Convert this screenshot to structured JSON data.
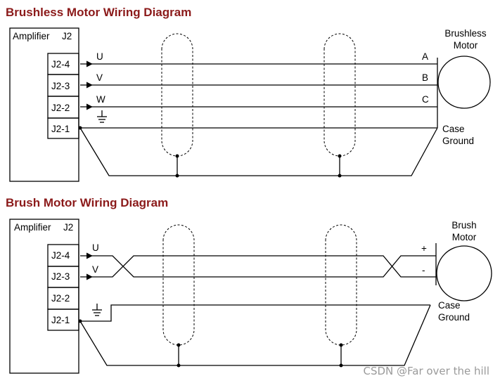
{
  "brushless": {
    "title": "Brushless Motor Wiring Diagram",
    "amplifier_label": "Amplifier",
    "connector_label": "J2",
    "pins": [
      "J2-4",
      "J2-3",
      "J2-2",
      "J2-1"
    ],
    "wires": [
      "U",
      "V",
      "W"
    ],
    "motor_terminals": [
      "A",
      "B",
      "C"
    ],
    "motor_label_line1": "Brushless",
    "motor_label_line2": "Motor",
    "case_label_line1": "Case",
    "case_label_line2": "Ground"
  },
  "brush": {
    "title": "Brush Motor Wiring Diagram",
    "amplifier_label": "Amplifier",
    "connector_label": "J2",
    "pins": [
      "J2-4",
      "J2-3",
      "J2-2",
      "J2-1"
    ],
    "wires": [
      "U",
      "V"
    ],
    "motor_terminals": [
      "+",
      "-"
    ],
    "motor_label_line1": "Brush",
    "motor_label_line2": "Motor",
    "case_label_line1": "Case",
    "case_label_line2": "Ground"
  },
  "watermark": "CSDN @Far over the hill"
}
